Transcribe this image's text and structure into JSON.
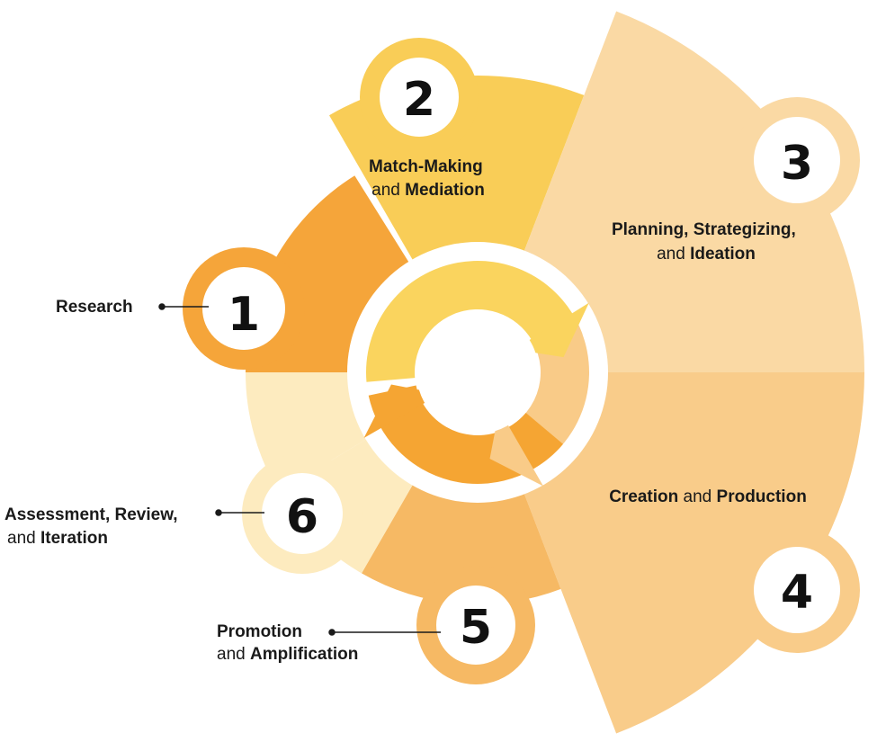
{
  "colors": {
    "step1": "#F5A53A",
    "step2": "#F9CD57",
    "step3": "#FAD9A4",
    "step4": "#F9CC8A",
    "step5": "#F6B964",
    "step6": "#FDEBBF",
    "arrow_yellow": "#FAD45E",
    "arrow_peach": "#F9CB88",
    "arrow_orange": "#F5A533"
  },
  "center_icon": "cycle-arrows-icon",
  "steps": [
    {
      "number": "1",
      "label": {
        "bold": "Research"
      }
    },
    {
      "number": "2",
      "label": {
        "bold": "Match-Making",
        "plain2": "and",
        "bold2": "Mediation"
      }
    },
    {
      "number": "3",
      "label": {
        "bold": "Planning, Strategizing,",
        "plain2": "and",
        "bold2": "Ideation"
      }
    },
    {
      "number": "4",
      "label": {
        "bold": "Creation",
        "plain": "and",
        "bold_end": "Production"
      }
    },
    {
      "number": "5",
      "label": {
        "bold": "Promotion",
        "plain2": "and",
        "bold2": "Amplification"
      }
    },
    {
      "number": "6",
      "label": {
        "bold": "Assessment, Review,",
        "plain2": "and",
        "bold2": "Iteration"
      }
    }
  ]
}
